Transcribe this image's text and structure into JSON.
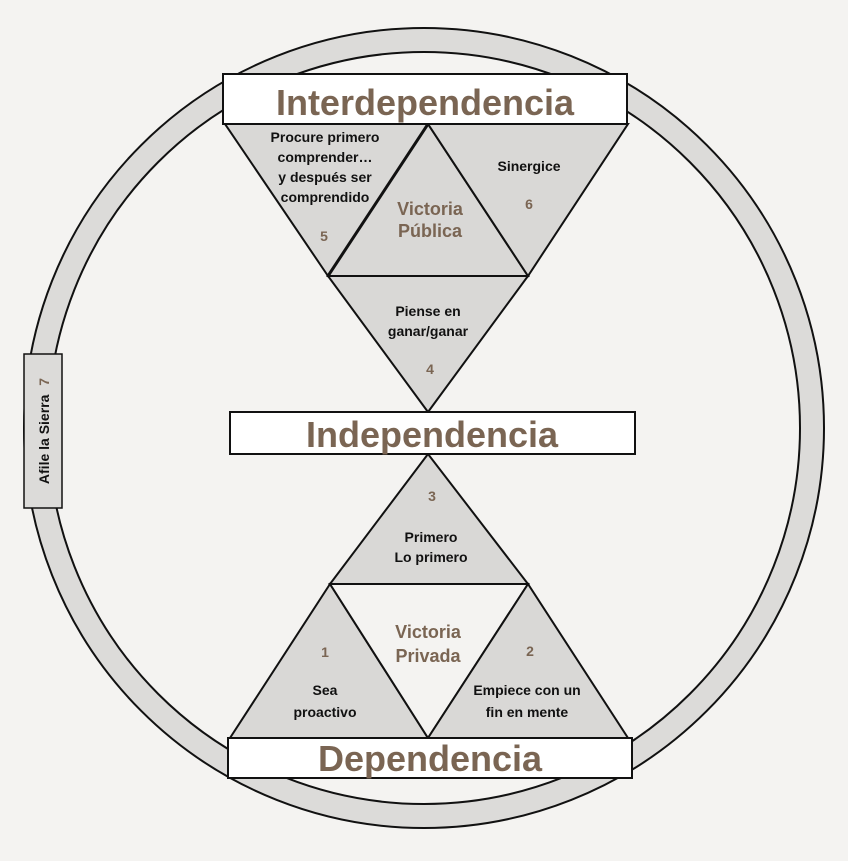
{
  "colors": {
    "background": "#f4f3f1",
    "ring": "#dcdbd9",
    "triangle_fill": "#d9d8d6",
    "outline": "#111111",
    "brown_text": "#7a6553",
    "dark_text": "#111111"
  },
  "levels": {
    "interdependence": "Interdependencia",
    "independence": "Independencia",
    "dependence": "Dependencia"
  },
  "victories": {
    "public": [
      "Victoria",
      "Pública"
    ],
    "private": [
      "Victoria",
      "Privada"
    ]
  },
  "habits": {
    "h1": {
      "number": "1",
      "lines": [
        "Sea",
        "proactivo"
      ]
    },
    "h2": {
      "number": "2",
      "lines": [
        "Empiece con un",
        "fin en mente"
      ]
    },
    "h3": {
      "number": "3",
      "lines": [
        "Primero",
        "Lo primero"
      ]
    },
    "h4": {
      "number": "4",
      "lines": [
        "Piense en",
        "ganar/ganar"
      ]
    },
    "h5": {
      "number": "5",
      "lines": [
        "Procure primero",
        "comprender…",
        "y después ser",
        "comprendido"
      ]
    },
    "h6": {
      "number": "6",
      "lines": [
        "Sinergice"
      ]
    },
    "h7": {
      "label": "Afile la Sierra",
      "number": "7"
    }
  }
}
